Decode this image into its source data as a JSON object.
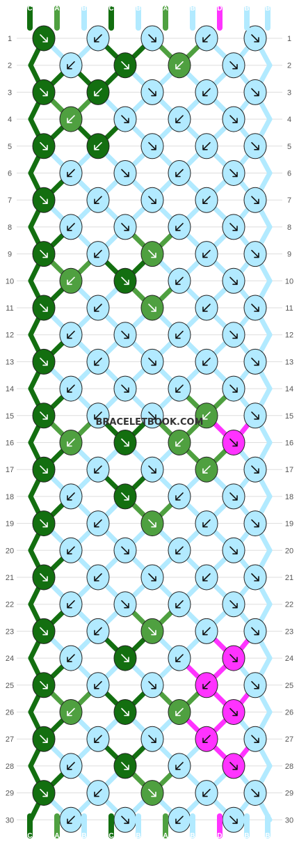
{
  "watermark": "BRACELETBOOK.COM",
  "colors": {
    "C": "#136f10",
    "A": "#4fa040",
    "B": "#b2eaff",
    "D": "#ff33ff",
    "grid": "#dddddd",
    "knot_outline": "#222222"
  },
  "strings": [
    "C",
    "A",
    "B",
    "C",
    "B",
    "A",
    "B",
    "D",
    "B",
    "B"
  ],
  "rows": [
    "1",
    "2",
    "3",
    "4",
    "5",
    "6",
    "7",
    "8",
    "9",
    "10",
    "11",
    "12",
    "13",
    "14",
    "15",
    "16",
    "17",
    "18",
    "19",
    "20",
    "21",
    "22",
    "23",
    "24",
    "25",
    "26",
    "27",
    "28",
    "29",
    "30"
  ],
  "knots": [
    [
      "C",
      "B",
      "B",
      "B",
      "B"
    ],
    [
      "B",
      "C",
      "A",
      "B"
    ],
    [
      "C",
      "C",
      "B",
      "B",
      "B"
    ],
    [
      "A",
      "B",
      "B",
      "B"
    ],
    [
      "C",
      "C",
      "B",
      "B",
      "B"
    ],
    [
      "B",
      "B",
      "B",
      "B"
    ],
    [
      "C",
      "B",
      "B",
      "B",
      "B"
    ],
    [
      "B",
      "B",
      "B",
      "B"
    ],
    [
      "C",
      "B",
      "A",
      "B",
      "B"
    ],
    [
      "A",
      "C",
      "B",
      "B"
    ],
    [
      "C",
      "B",
      "A",
      "B",
      "B"
    ],
    [
      "B",
      "B",
      "B",
      "B"
    ],
    [
      "C",
      "B",
      "B",
      "B",
      "B"
    ],
    [
      "B",
      "B",
      "B",
      "B"
    ],
    [
      "C",
      "B",
      "B",
      "A",
      "B"
    ],
    [
      "A",
      "C",
      "A",
      "D"
    ],
    [
      "C",
      "B",
      "B",
      "A",
      "B"
    ],
    [
      "B",
      "C",
      "B",
      "B"
    ],
    [
      "C",
      "B",
      "A",
      "B",
      "B"
    ],
    [
      "B",
      "B",
      "B",
      "B"
    ],
    [
      "C",
      "B",
      "B",
      "B",
      "B"
    ],
    [
      "B",
      "B",
      "B",
      "B"
    ],
    [
      "C",
      "B",
      "A",
      "B",
      "B"
    ],
    [
      "B",
      "C",
      "B",
      "D"
    ],
    [
      "C",
      "B",
      "B",
      "D",
      "B"
    ],
    [
      "A",
      "C",
      "A",
      "D"
    ],
    [
      "C",
      "B",
      "B",
      "D",
      "B"
    ],
    [
      "B",
      "C",
      "B",
      "D"
    ],
    [
      "C",
      "B",
      "A",
      "B",
      "B"
    ],
    [
      "B",
      "B",
      "B",
      "B"
    ]
  ]
}
